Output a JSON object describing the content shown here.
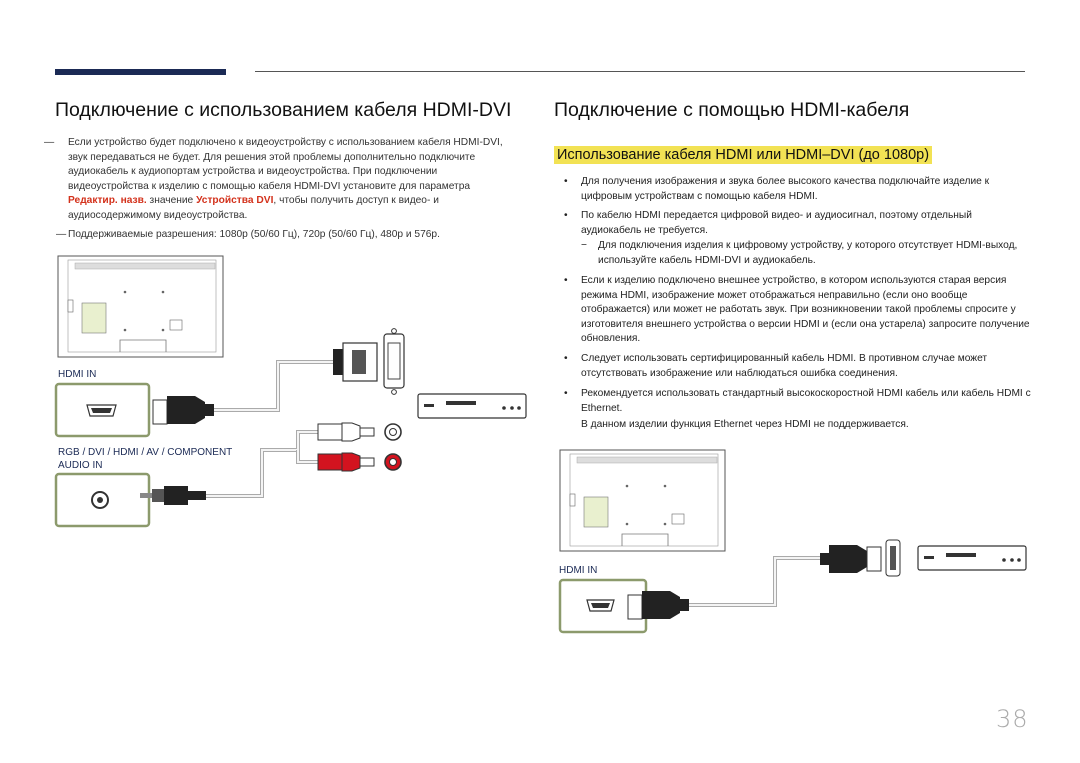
{
  "left": {
    "title": "Подключение с использованием кабеля HDMI-DVI",
    "note1": {
      "text_before": "Если устройство будет подключено к видеоустройству с использованием кабеля HDMI-DVI, звук передаваться не будет. Для решения этой проблемы дополнительно подключите аудиокабель к аудиопортам устройства и видеоустройства. При подключении видеоустройства к изделию с помощью кабеля HDMI-DVI установите для параметра",
      "highlight1": "Редактир. назв.",
      "text_middle": "значение",
      "highlight2": "Устройства DVI",
      "text_after": ", чтобы получить доступ к видео- и аудиосодержимому видеоустройства."
    },
    "note2": "Поддерживаемые разрешения: 1080p (50/60 Гц), 720p (50/60 Гц), 480p и 576p.",
    "ports": {
      "hdmi_in": "HDMI IN",
      "audio_in_line1": "RGB / DVI / HDMI / AV / COMPONENT",
      "audio_in_line2": "AUDIO IN"
    }
  },
  "right": {
    "title": "Подключение с помощью HDMI-кабеля",
    "subtitle": "Использование кабеля HDMI или HDMI–DVI (до 1080p)",
    "bullets": [
      "Для получения изображения и звука более высокого качества подключайте изделие к цифровым устройствам с помощью кабеля HDMI.",
      "По кабелю HDMI передается цифровой видео- и аудиосигнал, поэтому отдельный аудиокабель не требуется.",
      "Если к изделию подключено внешнее устройство, в котором используются старая версия режима HDMI, изображение может отображаться неправильно (если оно вообще отображается) или может не работать звук. При возникновении такой проблемы спросите у изготовителя внешнего устройства о версии HDMI и (если она устарела) запросите получение обновления.",
      "Следует использовать сертифицированный кабель HDMI. В противном случае может отсутствовать изображение или наблюдаться ошибка соединения.",
      "Рекомендуется использовать стандартный высокоскоростной HDMI кабель или кабель HDMI с Ethernet."
    ],
    "sub_bullet": "Для подключения изделия к цифровому устройству, у которого отсутствует HDMI-выход, используйте кабель HDMI-DVI и аудиокабель.",
    "ethernet_note": "В данном изделии функция Ethernet через HDMI не поддерживается.",
    "ports": {
      "hdmi_in": "HDMI IN"
    }
  },
  "page_number": "38",
  "colors": {
    "header_bar": "#1b2a55",
    "highlight": "#f2e254",
    "accent_red": "#d3311b",
    "port_box_border": "#8c9a6c"
  }
}
